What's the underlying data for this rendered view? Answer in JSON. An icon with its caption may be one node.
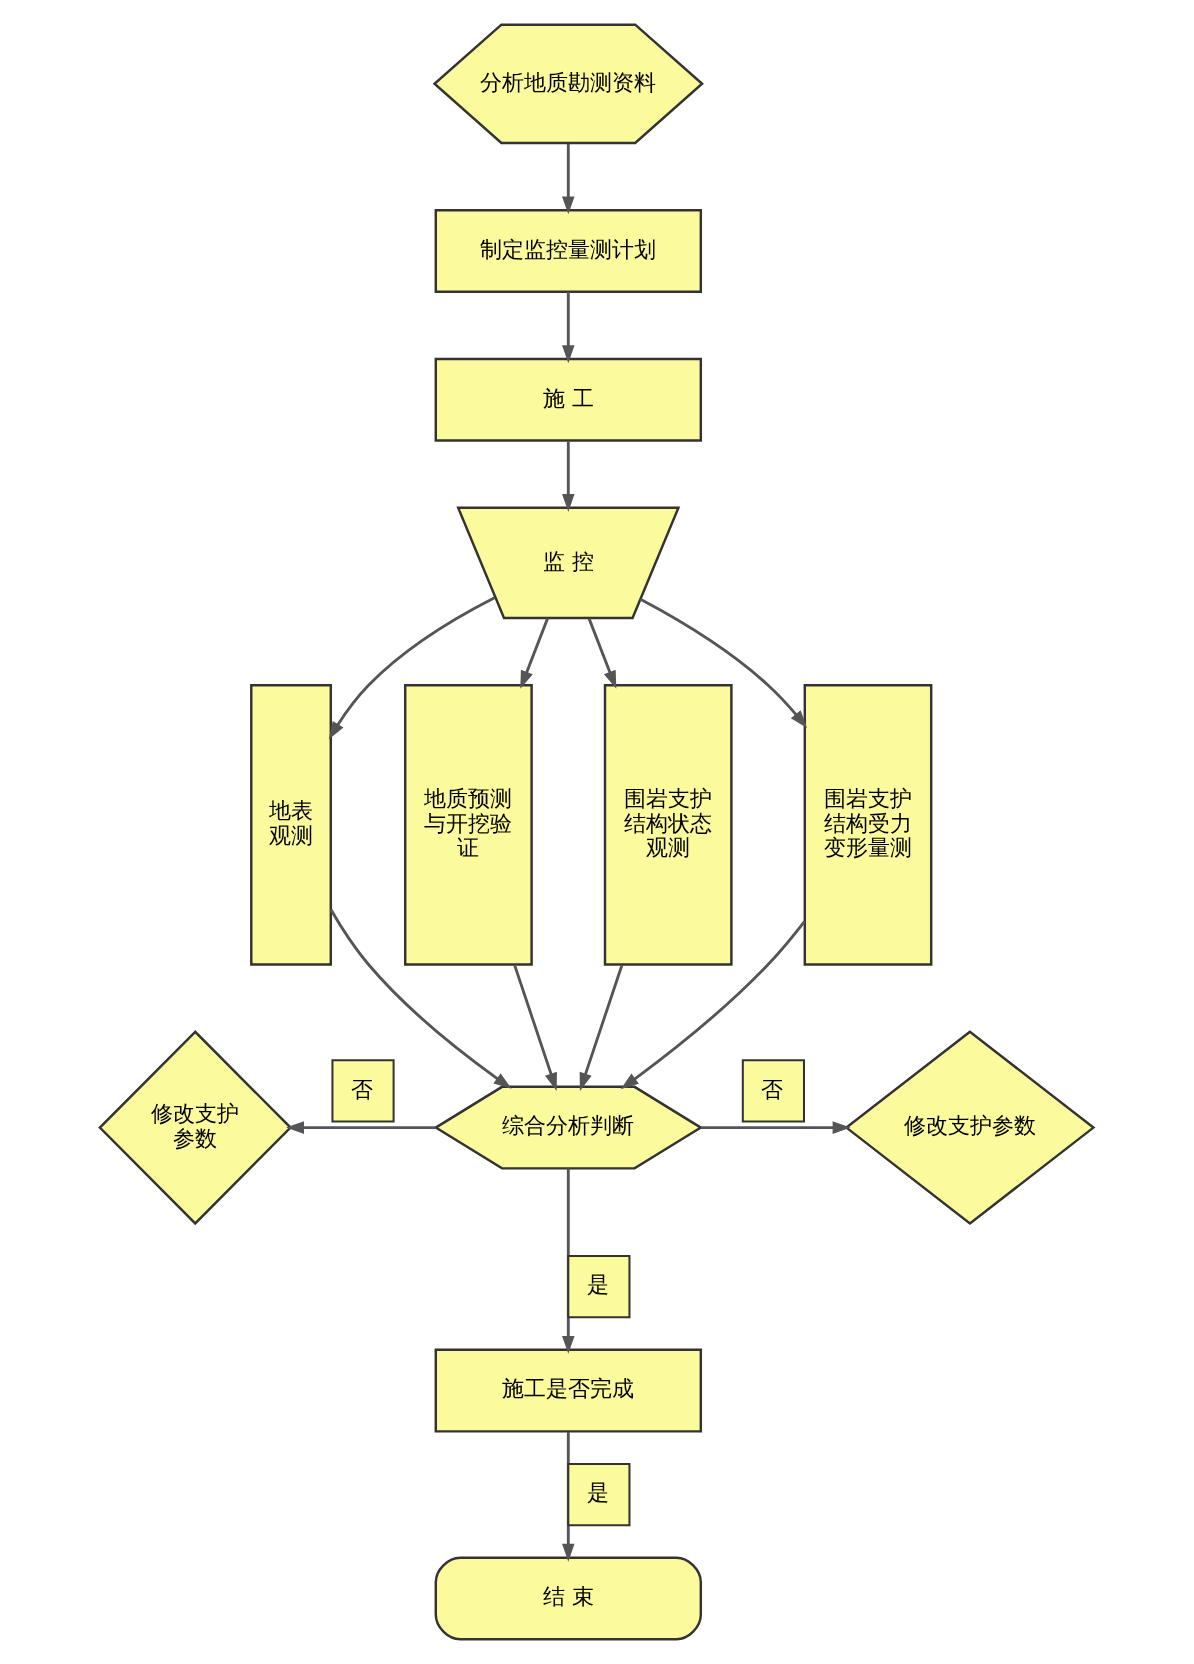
{
  "diagram": {
    "nodes": [
      {
        "text": [
          "分析地质勘测资料"
        ]
      },
      {
        "text": [
          "制定监控量测计划"
        ]
      },
      {
        "text": [
          "施 工"
        ]
      },
      {
        "text": [
          "监 控"
        ]
      },
      {
        "text": [
          "地表观测"
        ]
      },
      {
        "text": [
          "地质预测与开挖验证"
        ]
      },
      {
        "text": [
          "围岩支护结构状态观测"
        ]
      },
      {
        "text": [
          "围岩支护结构受力变形量测"
        ]
      },
      {
        "text": [
          "综合分析判断"
        ]
      },
      {
        "text": [
          "修改支护参数"
        ]
      },
      {
        "text": [
          "修改支护参数"
        ]
      },
      {
        "text": [
          "施工是否完成"
        ]
      },
      {
        "text": [
          "结 束"
        ]
      }
    ],
    "edges": [
      {
        "from": 0,
        "to": 1,
        "arrow": "to"
      },
      {
        "from": 1,
        "to": 2,
        "arrow": "to"
      },
      {
        "from": 2,
        "to": 3,
        "arrow": "to"
      },
      {
        "from": 3,
        "to": 4,
        "arrow": "to"
      },
      {
        "from": 3,
        "to": 5,
        "arrow": "to"
      },
      {
        "from": 3,
        "to": 6,
        "arrow": "to"
      },
      {
        "from": 3,
        "to": 7,
        "arrow": "to"
      },
      {
        "from": 4,
        "to": 8,
        "arrow": "to"
      },
      {
        "from": 5,
        "to": 8,
        "arrow": "to"
      },
      {
        "from": 6,
        "to": 8,
        "arrow": "to"
      },
      {
        "from": 7,
        "to": 8,
        "arrow": "to"
      },
      {
        "from": 8,
        "to": 9,
        "arrow": "to",
        "label": "否"
      },
      {
        "from": 8,
        "to": 10,
        "arrow": "to",
        "label": "否"
      },
      {
        "from": 8,
        "to": 11,
        "arrow": "to",
        "label": "是"
      },
      {
        "from": 11,
        "to": 12,
        "arrow": "to",
        "label": "是"
      }
    ]
  }
}
